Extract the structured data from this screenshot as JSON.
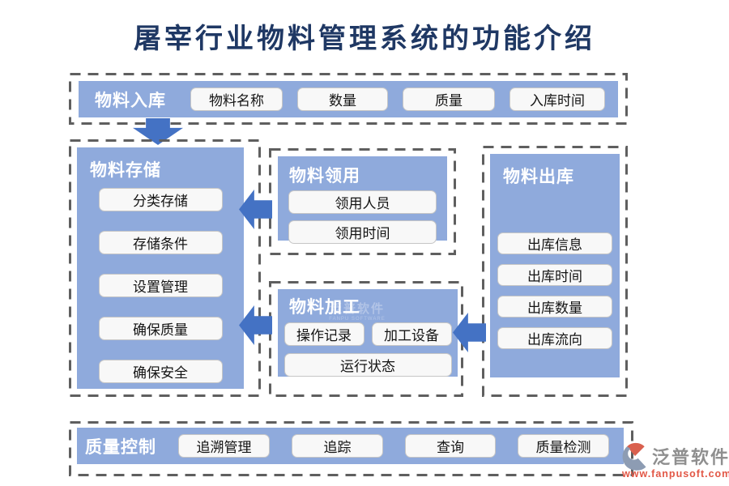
{
  "title": "屠宰行业物料管理系统的功能介绍",
  "sections": {
    "inbound": {
      "title": "物料入库",
      "items": [
        "物料名称",
        "数量",
        "质量",
        "入库时间"
      ]
    },
    "storage": {
      "title": "物料存储",
      "items": [
        "分类存储",
        "存储条件",
        "设置管理",
        "确保质量",
        "确保安全"
      ]
    },
    "requisition": {
      "title": "物料领用",
      "items": [
        "领用人员",
        "领用时间"
      ]
    },
    "processing": {
      "title": "物料加工",
      "items": [
        "操作记录",
        "加工设备",
        "运行状态"
      ]
    },
    "outbound": {
      "title": "物料出库",
      "items": [
        "出库信息",
        "出库时间",
        "出库数量",
        "出库流向"
      ]
    },
    "quality": {
      "title": "质量控制",
      "items": [
        "追溯管理",
        "追踪",
        "查询",
        "质量检测"
      ]
    }
  },
  "colors": {
    "panel_blue": "#8FAADC",
    "arrow_blue": "#4472C4",
    "title_navy": "#1F3864",
    "dash_gray": "#5F5F5F",
    "chip_bg": "#F8F8F8",
    "logo_gray": "#8F8F8F",
    "logo_red": "#E25746"
  },
  "watermark": {
    "text": "泛普软件",
    "caption": "FANPU SOFTWARE"
  },
  "logo": {
    "name": "泛普软件",
    "url": "www.fanpusoft.com"
  }
}
